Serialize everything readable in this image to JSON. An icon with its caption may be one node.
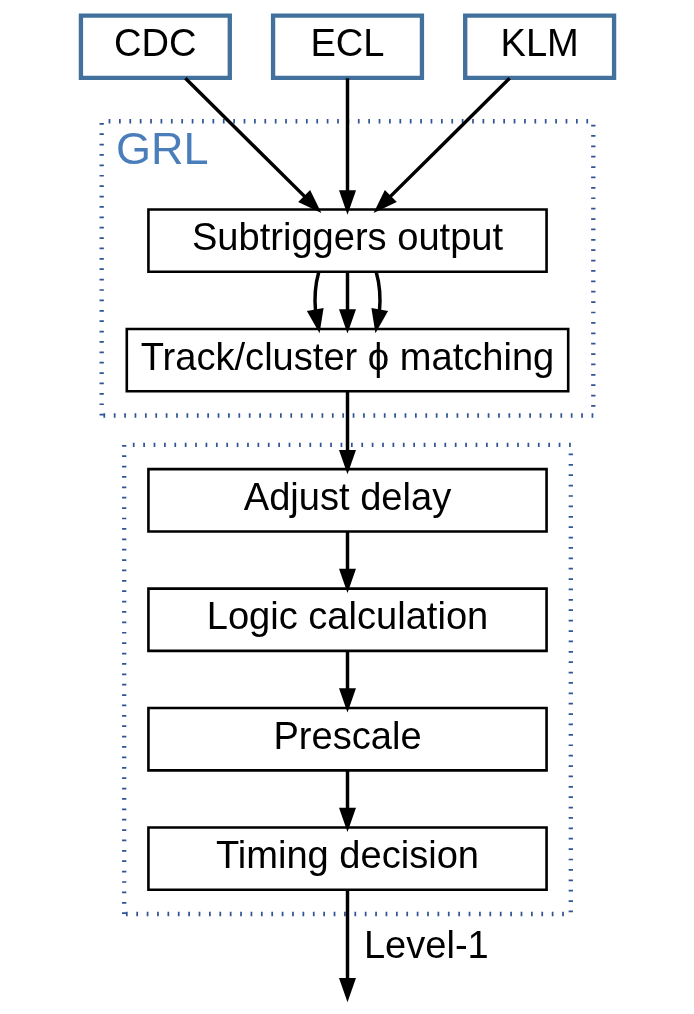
{
  "diagram": {
    "nodes": [
      {
        "text": [
          "CDC"
        ]
      },
      {
        "text": [
          "ECL"
        ]
      },
      {
        "text": [
          "KLM"
        ]
      },
      {
        "text": [
          "GRL"
        ]
      },
      {
        "text": [
          "Subtriggers output"
        ],
        "in": 3
      },
      {
        "text": [
          "Track/cluster ϕ matching"
        ],
        "in": 3
      },
      {
        "text": [],
        "shape": "box"
      },
      {
        "text": [
          "Adjust delay"
        ],
        "in": 6
      },
      {
        "text": [
          "Logic calculation"
        ],
        "in": 6
      },
      {
        "text": [
          "Prescale"
        ],
        "in": 6
      },
      {
        "text": [
          "Timing decision"
        ],
        "in": 6
      }
    ],
    "edges": [
      {
        "from": 0,
        "to": 4,
        "arrow": "to"
      },
      {
        "from": 1,
        "to": 4,
        "arrow": "to"
      },
      {
        "from": 2,
        "to": 4,
        "arrow": "to"
      },
      {
        "from": 4,
        "to": 5,
        "arrow": "to"
      },
      {
        "from": 4,
        "to": 5,
        "arrow": "to"
      },
      {
        "from": 4,
        "to": 5,
        "arrow": "to"
      },
      {
        "from": 5,
        "to": 7,
        "arrow": "to"
      },
      {
        "from": 7,
        "to": 8,
        "arrow": "to"
      },
      {
        "from": 8,
        "to": 9,
        "arrow": "to"
      },
      {
        "from": 9,
        "to": 10,
        "arrow": "to"
      },
      {
        "from": 10,
        "to": null,
        "arrow": "to",
        "label": "Level-1"
      }
    ]
  }
}
